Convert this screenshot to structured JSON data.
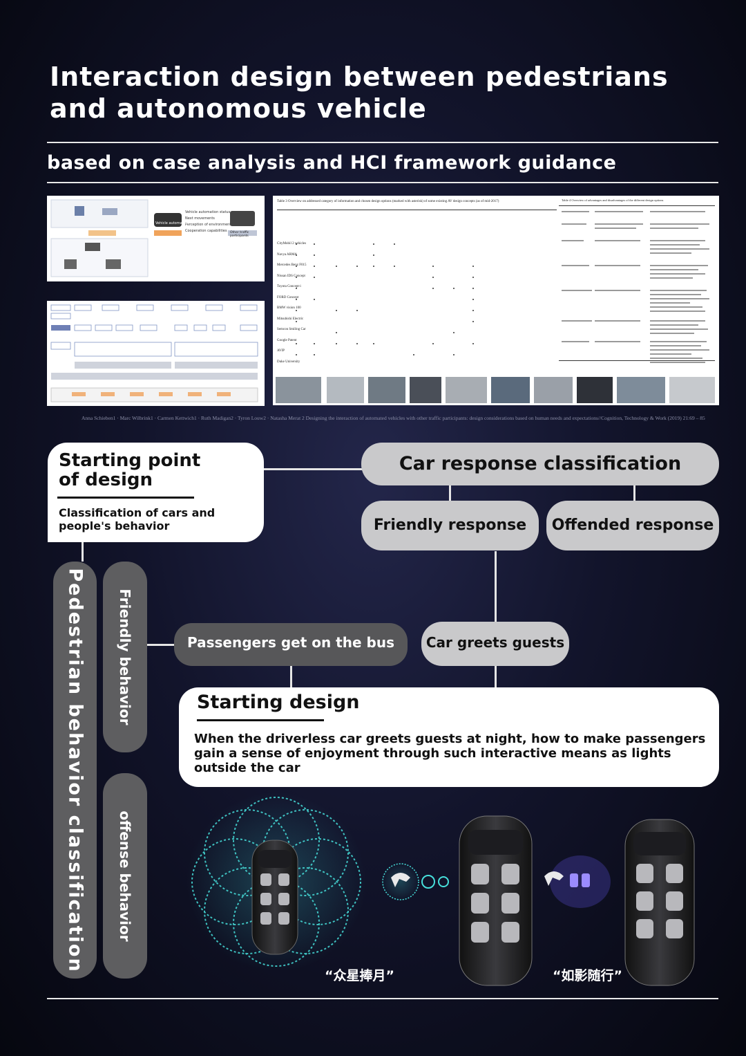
{
  "header": {
    "title_line1": "Interaction design between pedestrians",
    "title_line2": "and autonomous vehicle",
    "subtitle": "based on case analysis and HCI framework guidance"
  },
  "references": {
    "thumb1_labels": [
      "Vehicle automation",
      "Vehicle automation status",
      "Next movements",
      "Perception of environment",
      "Cooperation capabilities",
      "Other traffic participants"
    ],
    "table1_title": "Table 3 Overview on addressed category of information and chosen design options (marked with asterisk) of some existing AV design concepts (as of mid-2017)",
    "table1_rows": [
      "CityMobil 2 vehicles",
      "Navya ARMA",
      "Mercedes Benz F015",
      "Nissan IDS Concept",
      "Toyota Concept-i",
      "FORD Concept",
      "BMW vision 100",
      "Mitsubishi Electric",
      "Semcon Smiling Car",
      "Google Patent",
      "AVIP",
      "Duke University"
    ],
    "table2_title": "Table 4 Overview of advantages and disadvantages of the different design options",
    "citation": "Anna Schieben1 · Marc Wilbrink1 · Carmen Kettwich1 · Ruth Madigan2 · Tyron Louw2 · Natasha Merat 2 Designing the interaction of automated vehicles with other traffic participants: design considerations based on human needs and expectations//Cognition, Technology & Work (2019) 21:69 – 85"
  },
  "starting_point": {
    "title": "Starting point of design",
    "subtitle": "Classification of cars and people's behavior"
  },
  "car_response": {
    "title": "Car response classification",
    "friendly": "Friendly response",
    "offended": "Offended response"
  },
  "pedestrian": {
    "classification": "Pedestrian behavior classification",
    "friendly_behavior": "Friendly behavior",
    "offense_behavior": "offense behavior"
  },
  "flow": {
    "passengers": "Passengers get on the bus",
    "car_greets": "Car greets guests"
  },
  "starting_design": {
    "title": "Starting design",
    "text": "When the driverless car greets guests at night, how to make passengers gain a sense of enjoyment through such interactive means as lights outside the car"
  },
  "captions": {
    "left": "“众星捧月”",
    "right": "“如影随行”"
  },
  "colors": {
    "background": "#0d0f22",
    "glow": "#3fd6d6",
    "grey_pill": "#c9c9cb",
    "dark_pill": "#575759"
  }
}
